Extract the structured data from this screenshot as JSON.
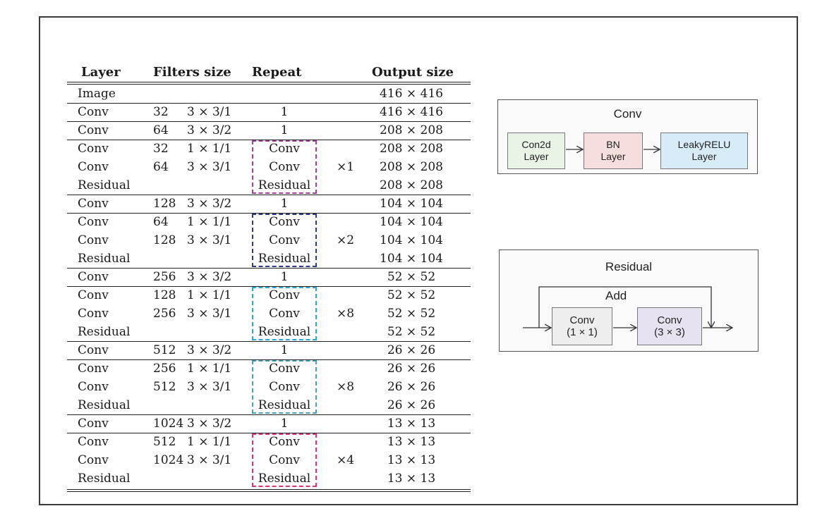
{
  "table": {
    "headers": {
      "layer": "Layer",
      "filters": "Filters size",
      "repeat": "Repeat",
      "output": "Output size"
    },
    "rows": [
      {
        "layer": "Image",
        "f1": "",
        "f2": "",
        "repeat": "",
        "mult": "",
        "out": "416 × 416"
      },
      {
        "layer": "Conv",
        "f1": "32",
        "f2": "3 × 3/1",
        "repeat": "1",
        "mult": "",
        "out": "416 × 416"
      },
      {
        "layer": "Conv",
        "f1": "64",
        "f2": "3 × 3/2",
        "repeat": "1",
        "mult": "",
        "out": "208 × 208"
      },
      {
        "layer": "Conv",
        "f1": "32",
        "f2": "1 × 1/1",
        "repeat": "Conv",
        "mult": "",
        "out": "208 × 208"
      },
      {
        "layer": "Conv",
        "f1": "64",
        "f2": "3 × 3/1",
        "repeat": "Conv",
        "mult": "×1",
        "out": "208 × 208"
      },
      {
        "layer": "Residual",
        "f1": "",
        "f2": "",
        "repeat": "Residual",
        "mult": "",
        "out": "208 × 208"
      },
      {
        "layer": "Conv",
        "f1": "128",
        "f2": "3 × 3/2",
        "repeat": "1",
        "mult": "",
        "out": "104 × 104"
      },
      {
        "layer": "Conv",
        "f1": "64",
        "f2": "1 × 1/1",
        "repeat": "Conv",
        "mult": "",
        "out": "104 × 104"
      },
      {
        "layer": "Conv",
        "f1": "128",
        "f2": "3 × 3/1",
        "repeat": "Conv",
        "mult": "×2",
        "out": "104 × 104"
      },
      {
        "layer": "Residual",
        "f1": "",
        "f2": "",
        "repeat": "Residual",
        "mult": "",
        "out": "104 × 104"
      },
      {
        "layer": "Conv",
        "f1": "256",
        "f2": "3 × 3/2",
        "repeat": "1",
        "mult": "",
        "out": "52 × 52"
      },
      {
        "layer": "Conv",
        "f1": "128",
        "f2": "1 × 1/1",
        "repeat": "Conv",
        "mult": "",
        "out": "52 × 52"
      },
      {
        "layer": "Conv",
        "f1": "256",
        "f2": "3 × 3/1",
        "repeat": "Conv",
        "mult": "×8",
        "out": "52 × 52"
      },
      {
        "layer": "Residual",
        "f1": "",
        "f2": "",
        "repeat": "Residual",
        "mult": "",
        "out": "52 × 52"
      },
      {
        "layer": "Conv",
        "f1": "512",
        "f2": "3 × 3/2",
        "repeat": "1",
        "mult": "",
        "out": "26 × 26"
      },
      {
        "layer": "Conv",
        "f1": "256",
        "f2": "1 × 1/1",
        "repeat": "Conv",
        "mult": "",
        "out": "26 × 26"
      },
      {
        "layer": "Conv",
        "f1": "512",
        "f2": "3 × 3/1",
        "repeat": "Conv",
        "mult": "×8",
        "out": "26 × 26"
      },
      {
        "layer": "Residual",
        "f1": "",
        "f2": "",
        "repeat": "Residual",
        "mult": "",
        "out": "26 × 26"
      },
      {
        "layer": "Conv",
        "f1": "1024",
        "f2": "3 × 3/2",
        "repeat": "1",
        "mult": "",
        "out": "13 × 13"
      },
      {
        "layer": "Conv",
        "f1": "512",
        "f2": "1 × 1/1",
        "repeat": "Conv",
        "mult": "",
        "out": "13 × 13"
      },
      {
        "layer": "Conv",
        "f1": "1024",
        "f2": "3 × 3/1",
        "repeat": "Conv",
        "mult": "×4",
        "out": "13 × 13"
      },
      {
        "layer": "Residual",
        "f1": "",
        "f2": "",
        "repeat": "Residual",
        "mult": "",
        "out": "13 × 13"
      }
    ],
    "group_colors": [
      "#a0409a",
      "#2e3a8c",
      "#2aa8d8",
      "#4aa0b8",
      "#e0307a"
    ]
  },
  "conv_diagram": {
    "title": "Conv",
    "blocks": [
      "Con2d\nLayer",
      "BN\nLayer",
      "LeakyRELU\nLayer"
    ],
    "block_colors": [
      "#e9f3e6",
      "#f7dede",
      "#d7ecf7"
    ]
  },
  "residual_diagram": {
    "title": "Residual",
    "add_label": "Add",
    "blocks": [
      "Conv\n(1 × 1)",
      "Conv\n(3 × 3)"
    ],
    "block_colors": [
      "#eeeeee",
      "#e6e2f2"
    ]
  }
}
